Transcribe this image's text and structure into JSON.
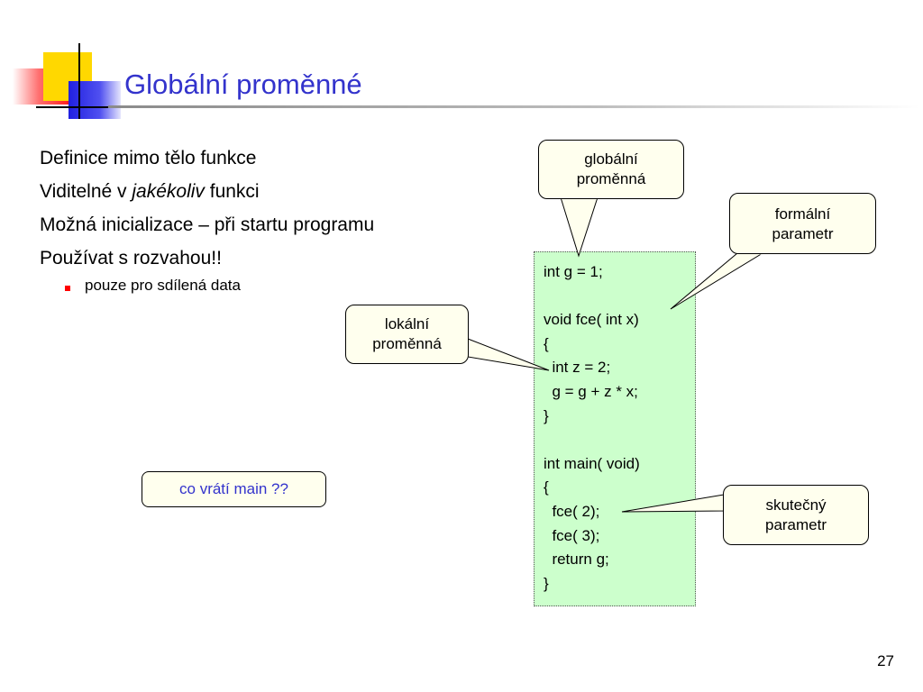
{
  "slide": {
    "title": "Globální proměnné",
    "page_number": "27"
  },
  "bullets": {
    "b1": "Definice mimo tělo funkce",
    "b2_prefix": "Viditelné v ",
    "b2_em": "jakékoliv",
    "b2_suffix": " funkci",
    "b3": "Možná inicializace – při startu programu",
    "b4": "Používat s rozvahou!!",
    "sub1": "pouze pro sdílená data"
  },
  "code": {
    "text": "int g = 1;\n\nvoid fce( int x)\n{\n  int z = 2;\n  g = g + z * x;\n}\n\nint main( void)\n{\n  fce( 2);\n  fce( 3);\n  return g;\n}"
  },
  "callouts": {
    "global_line1": "globální",
    "global_line2": "proměnná",
    "formal_line1": "formální",
    "formal_line2": "parametr",
    "local_line1": "lokální",
    "local_line2": "proměnná",
    "actual_line1": "skutečný",
    "actual_line2": "parametr"
  },
  "question": {
    "text": "co vrátí main ??"
  },
  "colors": {
    "title": "#3333cc",
    "code_background": "#ccffcc",
    "callout_background": "#ffffee",
    "bullet_marker": "#ff0000"
  }
}
